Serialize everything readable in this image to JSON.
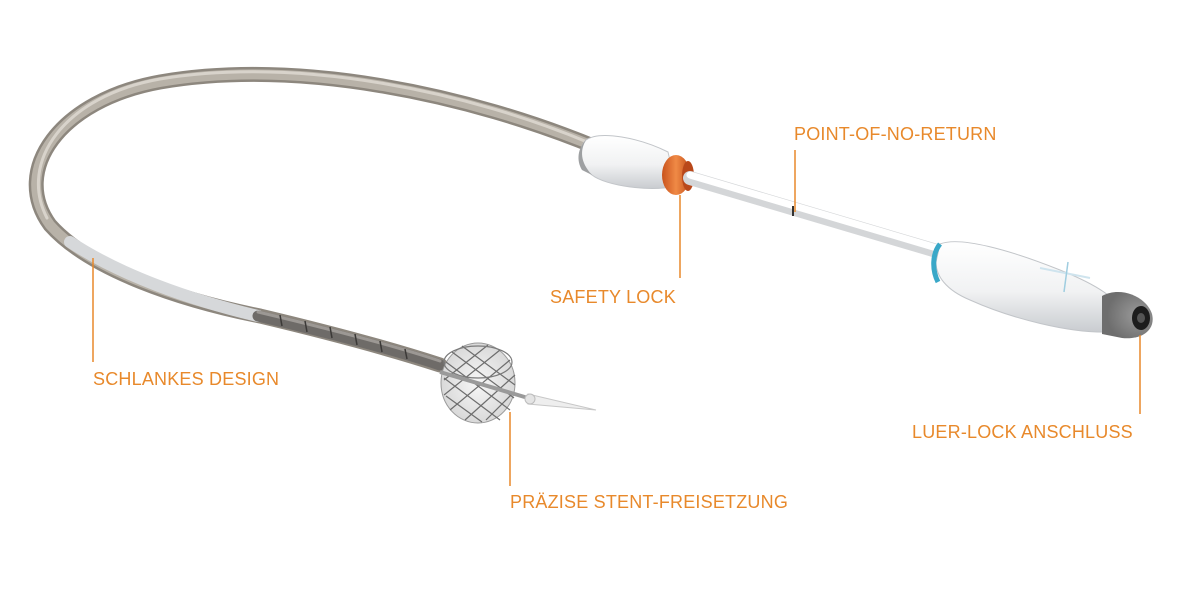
{
  "callouts": {
    "point_of_no_return": "POINT-OF-NO-RETURN",
    "safety_lock": "SAFETY LOCK",
    "slim_design": "SCHLANKES DESIGN",
    "luer_lock": "LUER-LOCK ANSCHLUSS",
    "stent_release": "PRÄZISE STENT-FREISETZUNG"
  },
  "colors": {
    "callout_orange": "#e8892b",
    "safety_ring_orange": "#e2692a",
    "handle_teal_ring": "#3aa8c8",
    "catheter_gray": "#a8a39b"
  }
}
